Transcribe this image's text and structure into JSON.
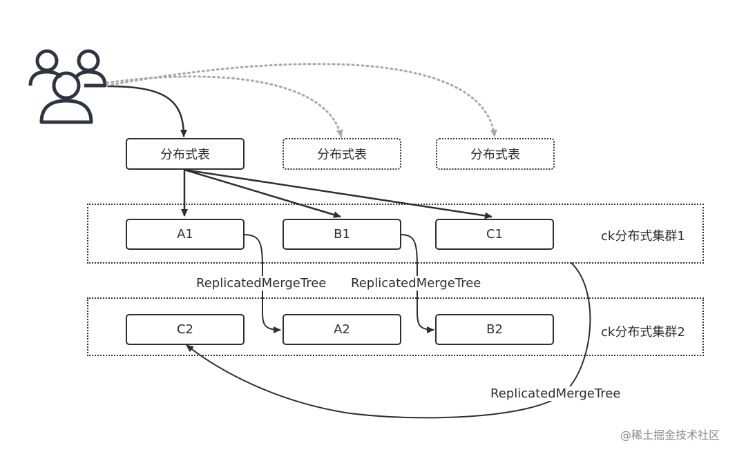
{
  "users": {
    "icon": "users-group-icon"
  },
  "distributed_tables": [
    {
      "label": "分布式表",
      "style": "solid"
    },
    {
      "label": "分布式表",
      "style": "dashed"
    },
    {
      "label": "分布式表",
      "style": "dashed"
    }
  ],
  "clusters": [
    {
      "label": "ck分布式集群1",
      "nodes": [
        "A1",
        "B1",
        "C1"
      ]
    },
    {
      "label": "ck分布式集群2",
      "nodes": [
        "C2",
        "A2",
        "B2"
      ]
    }
  ],
  "replication_labels": {
    "a1_to_a2": "ReplicatedMergeTree",
    "b1_to_b2": "ReplicatedMergeTree",
    "c1_to_c2": "ReplicatedMergeTree"
  },
  "watermark": "@稀土掘金技术社区",
  "colors": {
    "stroke": "#2e2e2e",
    "dotted_edge": "#a8a8a8",
    "watermark": "#8a8a8a"
  }
}
